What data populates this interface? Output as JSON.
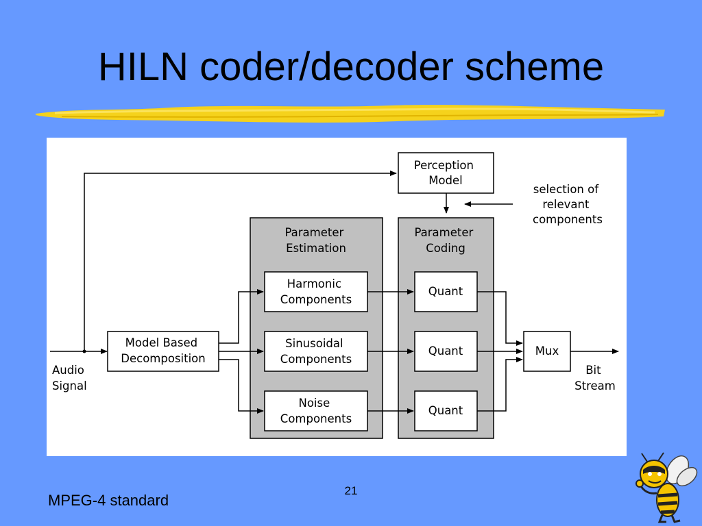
{
  "slide": {
    "title": "HILN coder/decoder scheme",
    "footer_text": "MPEG-4 standard",
    "page_number": "21"
  },
  "diagram": {
    "perception_model": [
      "Perception",
      "Model"
    ],
    "selection_note": [
      "selection of",
      "relevant",
      "components"
    ],
    "parameter_estimation": [
      "Parameter",
      "Estimation"
    ],
    "parameter_coding": [
      "Parameter",
      "Coding"
    ],
    "harmonic": [
      "Harmonic",
      "Components"
    ],
    "sinusoidal": [
      "Sinusoidal",
      "Components"
    ],
    "noise": [
      "Noise",
      "Components"
    ],
    "quant": "Quant",
    "model_based": [
      "Model Based",
      "Decomposition"
    ],
    "mux": "Mux",
    "audio_signal": [
      "Audio",
      "Signal"
    ],
    "bit_stream": [
      "Bit",
      "Stream"
    ]
  },
  "colors": {
    "background": "#6699ff",
    "underline": "#f5d21c",
    "group_fill": "#c0c0c0"
  },
  "icons": {
    "mascot": "yellow-jacket-bee-icon"
  }
}
